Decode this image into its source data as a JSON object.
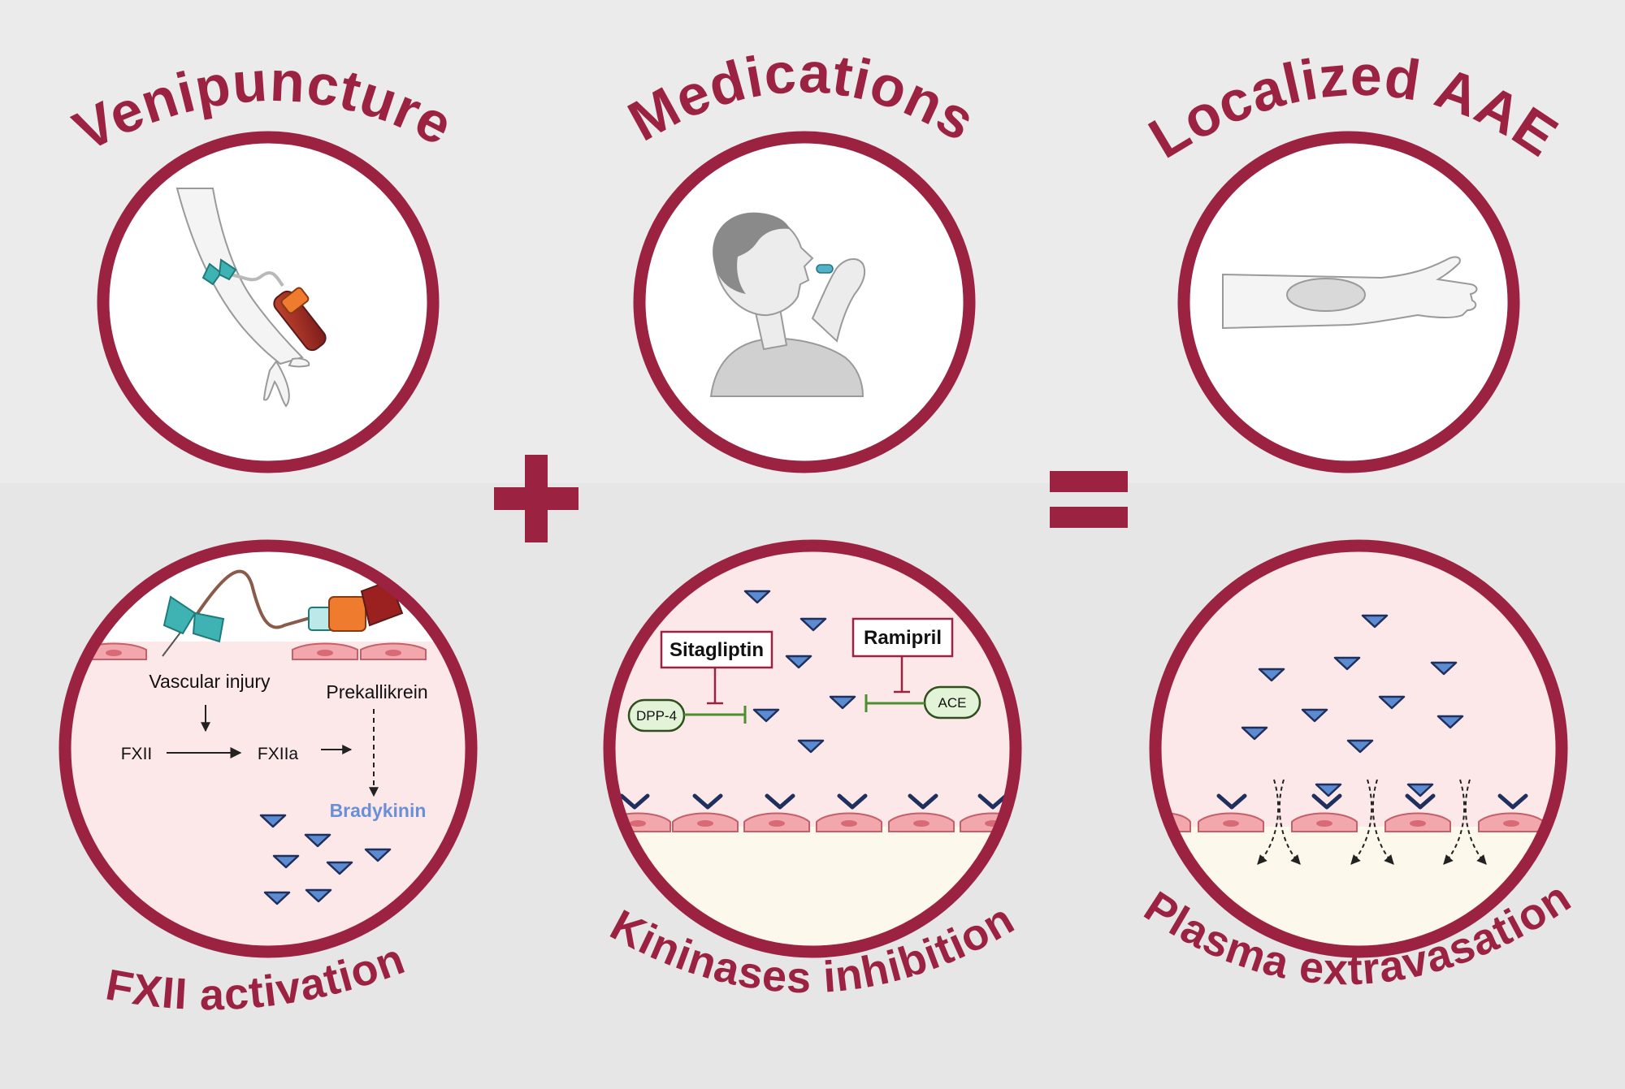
{
  "titles": {
    "venipuncture": "Venipuncture",
    "medications": "Medications",
    "localized_aae": "Localized AAE"
  },
  "subtitles": {
    "fxii_activation": "FXII activation",
    "kininases_inhibition": "Kininases inhibition",
    "plasma_extravasation": "Plasma extravasation"
  },
  "operators": {
    "plus": "+",
    "equals": "="
  },
  "fxii_panel": {
    "vascular_injury": "Vascular injury",
    "prekallikrein": "Prekallikrein",
    "fxii": "FXII",
    "fxiia": "FXIIa",
    "bradykinin": "Bradykinin"
  },
  "kininase_panel": {
    "sitagliptin": "Sitagliptin",
    "ramipril": "Ramipril",
    "dpp4": "DPP-4",
    "ace": "ACE"
  },
  "colors": {
    "brand": "#9b2241",
    "background": "#ebebeb",
    "panel_fill": "#fce8e8",
    "tissue_fill": "#fdf8ec",
    "bradykinin_fill": "#5b8bd0",
    "bradykinin_stroke": "#1f2f5e",
    "enzyme_fill": "#e3f3d7",
    "enzyme_stroke": "#4c8f2f",
    "bradykinin_label": "#6b8fd6"
  },
  "icons": {
    "venipuncture": "butterfly-needle-blood-tube-icon",
    "medications": "person-taking-pill-icon",
    "localized_aae": "arm-swelling-icon"
  }
}
